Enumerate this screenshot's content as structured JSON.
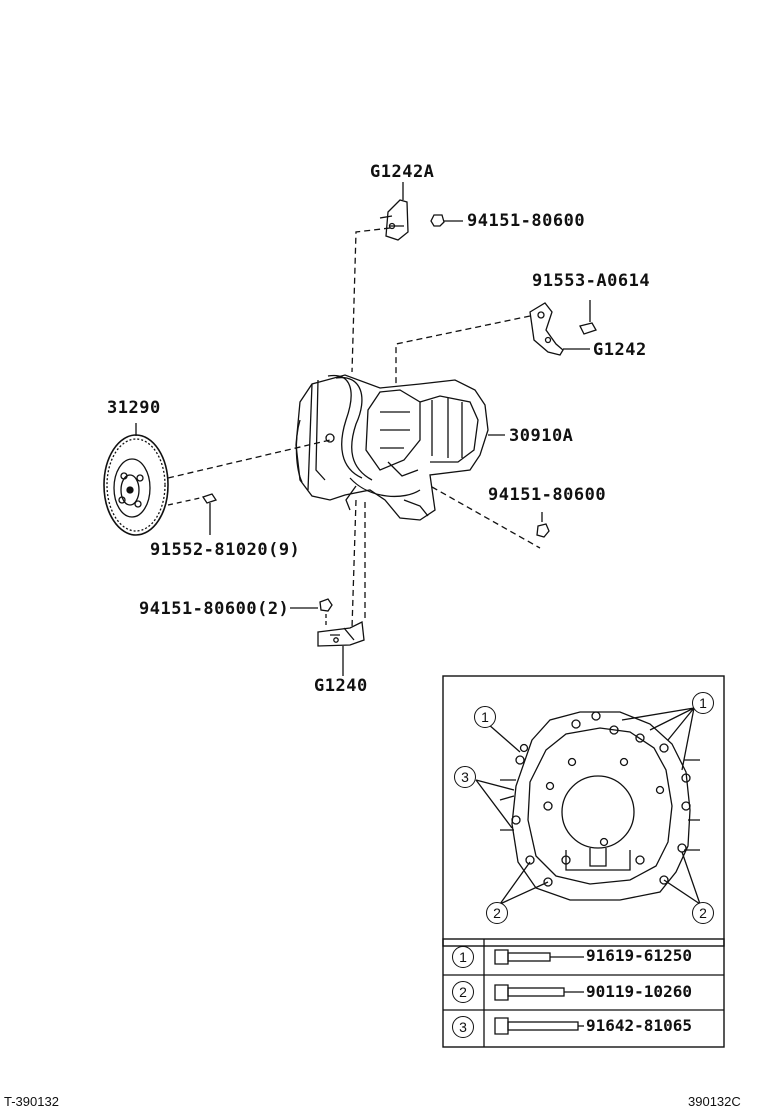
{
  "labels": {
    "g1242a": "G1242A",
    "nut_top": "94151-80600",
    "bolt_a0614": "91553-A0614",
    "g1242": "G1242",
    "drive_plate": "31290",
    "transmission": "30910A",
    "nut_right": "94151-80600",
    "bolt_plate": "91552-81020(9)",
    "nut_bottom": "94151-80600(2)",
    "g1240": "G1240"
  },
  "inset": {
    "callouts": [
      "1",
      "1",
      "3",
      "2",
      "2"
    ],
    "rows": [
      {
        "num": "1",
        "part": "91619-61250"
      },
      {
        "num": "2",
        "part": "90119-10260"
      },
      {
        "num": "3",
        "part": "91642-81065"
      }
    ]
  },
  "footer": {
    "left": "T-390132",
    "right": "390132C"
  }
}
